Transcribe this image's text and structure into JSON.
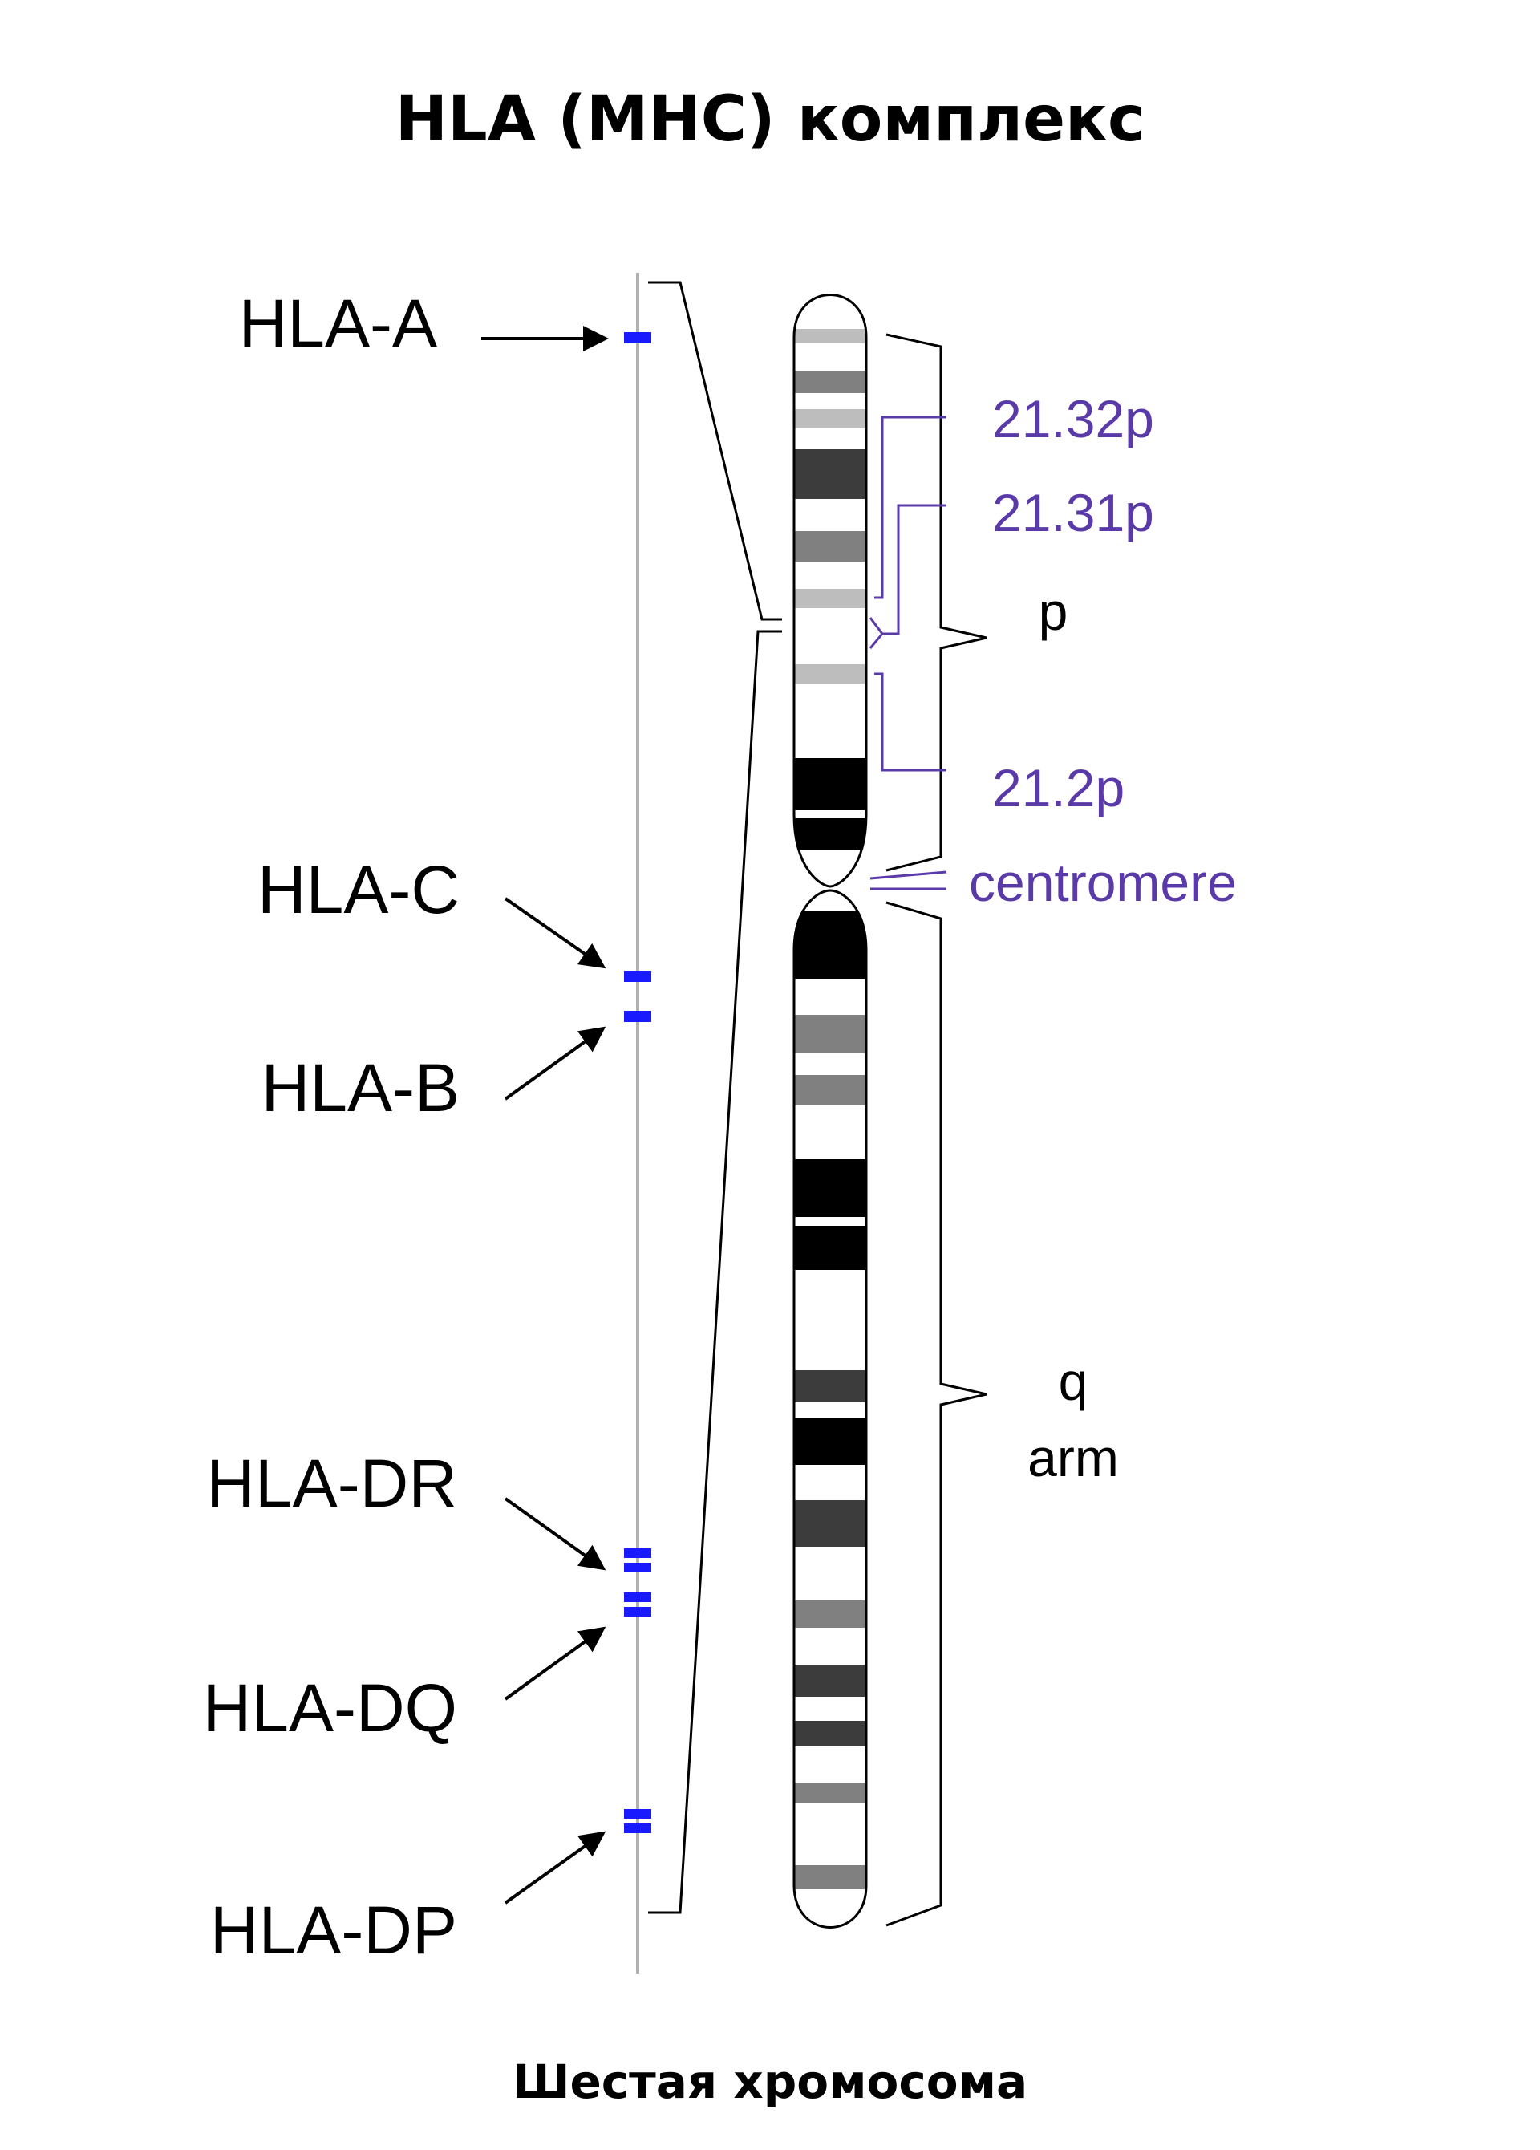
{
  "title": "HLA (MHC) комплекс",
  "caption": "Шестая хромосома",
  "genes": [
    {
      "label": "HLA-A"
    },
    {
      "label": "HLA-C"
    },
    {
      "label": "HLA-B"
    },
    {
      "label": "HLA-DR"
    },
    {
      "label": "HLA-DQ"
    },
    {
      "label": "HLA-DP"
    }
  ],
  "bands": {
    "b1": "21.32p",
    "b2": "21.31p",
    "b3": "21.2p",
    "centromere": "centromere"
  },
  "arms": {
    "p": "p",
    "q1": "q",
    "q2": "arm"
  },
  "colors": {
    "gene_marker": "#1a1aff",
    "band_label": "#5a3aa8",
    "axis_line": "#b0b0b0",
    "band_dark": "#000000",
    "band_mid_dark": "#3c3c3c",
    "band_mid": "#808080",
    "band_light": "#bdbdbd"
  }
}
